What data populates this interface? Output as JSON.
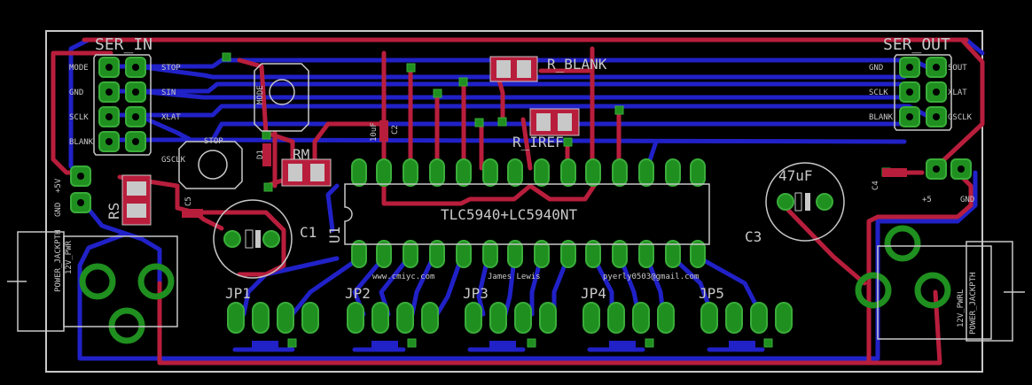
{
  "colors": {
    "background": "#000000",
    "board_outline": "#c8c8c8",
    "top_copper": "#b81e3c",
    "bottom_copper": "#2121c8",
    "pad": "#1f8f1f",
    "pad_ring": "#3aad3a",
    "silkscreen": "#c8c8c8"
  },
  "connectors": {
    "ser_in": {
      "name": "SER_IN",
      "left_pins": [
        "MODE",
        "GND",
        "SCLK",
        "BLANK"
      ],
      "right_pins": [
        "STOP",
        "SIN",
        "XLAT",
        "GSCLK"
      ]
    },
    "ser_out": {
      "name": "SER_OUT",
      "left_pins": [
        "GND",
        "SCLK",
        "BLANK"
      ],
      "right_pins": [
        "SOUT",
        "XLAT",
        "GSCLK"
      ]
    },
    "power_left": {
      "pins": [
        "GND",
        "+5V"
      ]
    },
    "power_right": {
      "pins": [
        "+5",
        "GND"
      ]
    }
  },
  "components": {
    "u1_name": "U1",
    "u1_value": "TLC5940+LC5940NT",
    "c1": "C1",
    "c3": "C3",
    "c3_value": "47uF",
    "r_blank": "R_BLANK",
    "r_iref": "R_IREF",
    "rm": "RM",
    "rs": "RS",
    "stop_button": "STOP",
    "mode_button": "MODE",
    "led_left": "D1",
    "cap_small_left": "C5",
    "cap_small_top": "C2",
    "cap_small_top_value": "10uF",
    "cap_small_right": "C4"
  },
  "jacks": {
    "left": {
      "type": "POWER_JACKPTH",
      "name": "12V_PWR"
    },
    "right": {
      "type": "POWER_JACKPTH",
      "name": "12V_PWRL"
    }
  },
  "headers": [
    "JP1",
    "JP2",
    "JP3",
    "JP4",
    "JP5"
  ],
  "credits": [
    "www.cmiyc.com",
    "James Lewis",
    "pyerly0503@gmail.com"
  ]
}
